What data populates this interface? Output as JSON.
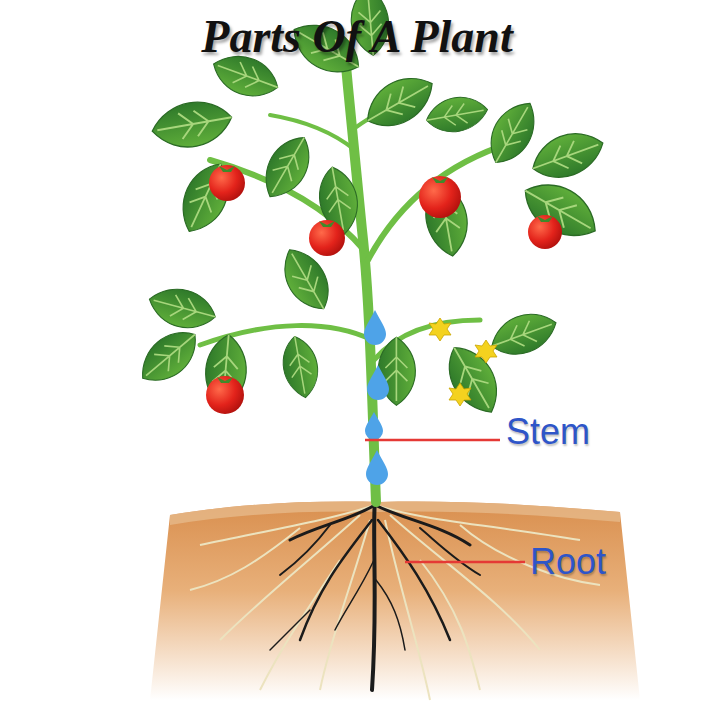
{
  "diagram": {
    "title": "Parts Of A Plant",
    "labels": [
      "Stem",
      "Root"
    ]
  }
}
